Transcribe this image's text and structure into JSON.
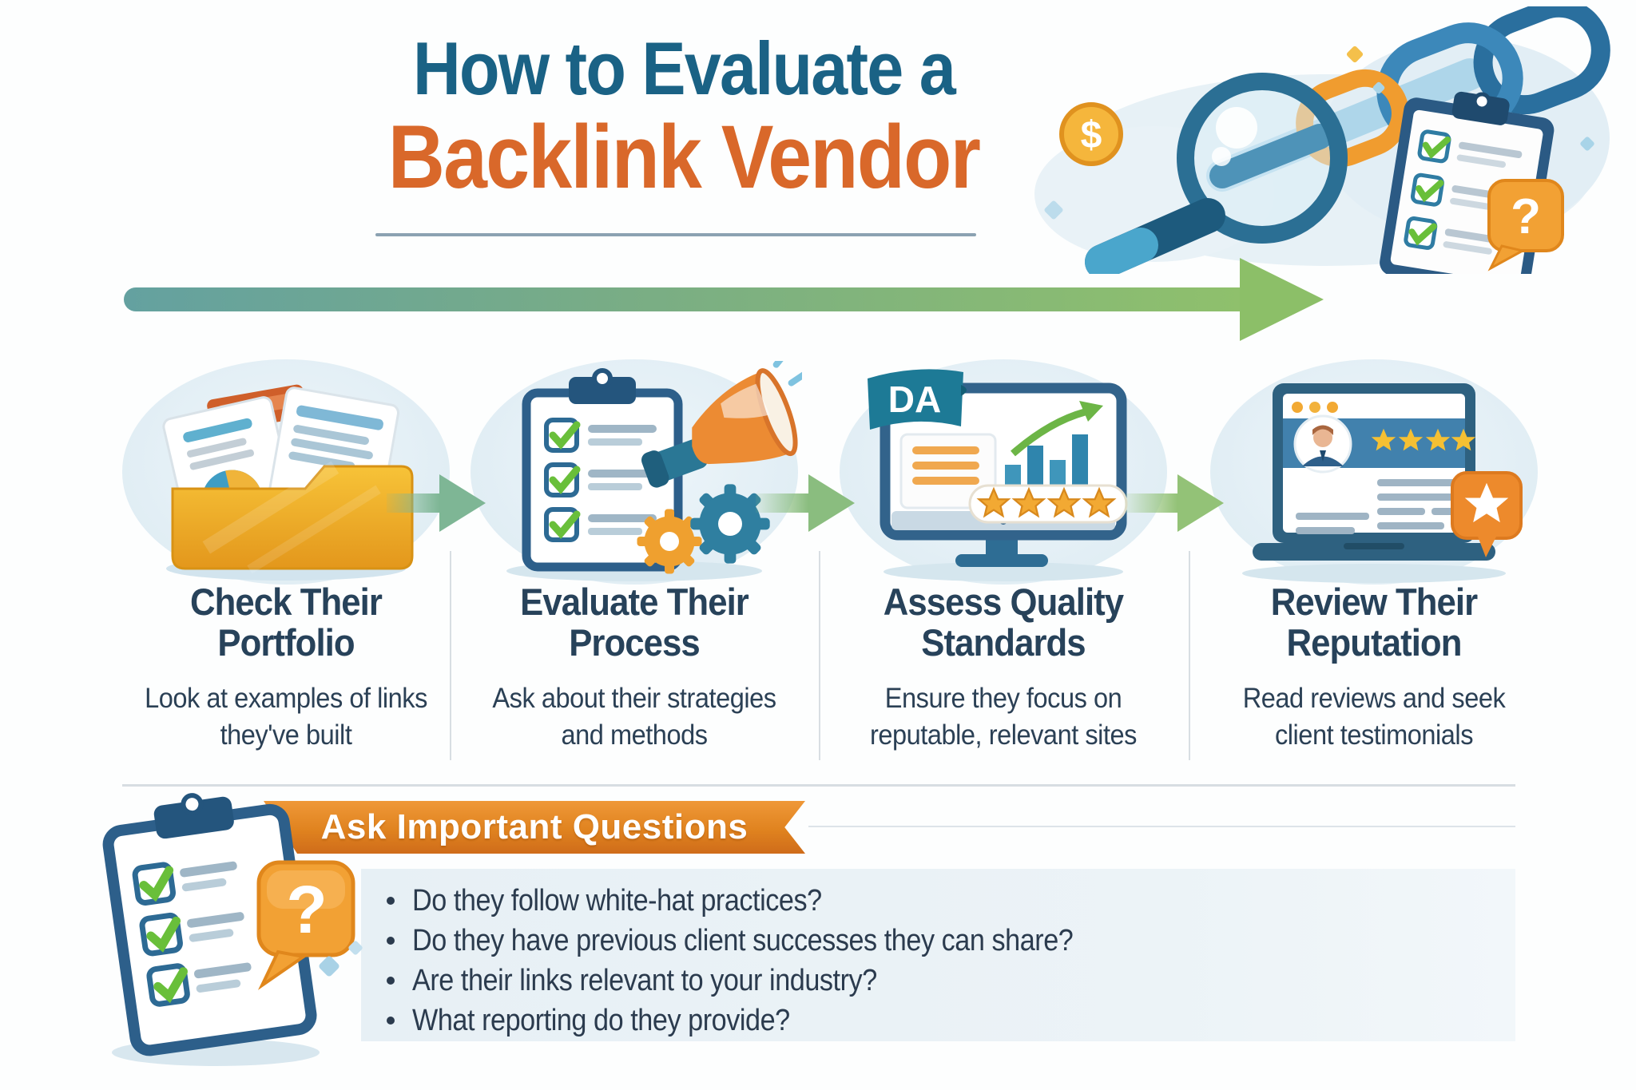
{
  "header": {
    "title_line1": "How to Evaluate a",
    "title_line2": "Backlink Vendor"
  },
  "hero": {
    "icon": "magnifier-chain-clipboard-illustration",
    "coin_symbol": "$",
    "question_mark": "?"
  },
  "flow": {
    "icon": "right-arrow"
  },
  "steps": [
    {
      "title": "Check Their Portfolio",
      "description": "Look at examples of links they've built",
      "icon": "portfolio-folder-icon"
    },
    {
      "title": "Evaluate Their Process",
      "description": "Ask about their strategies and methods",
      "icon": "checklist-megaphone-gears-icon"
    },
    {
      "title": "Assess Quality Standards",
      "description": "Ensure they focus on reputable, relevant sites",
      "icon": "monitor-da-rating-icon",
      "badge": "DA"
    },
    {
      "title": "Review Their Reputation",
      "description": "Read reviews and seek client testimonials",
      "icon": "laptop-review-star-icon"
    }
  ],
  "questions_section": {
    "banner": "Ask Important Questions",
    "icon": "question-clipboard-icon",
    "question_mark": "?",
    "items": [
      "Do they follow white-hat practices?",
      "Do they have previous client successes they can share?",
      "Are their links relevant to your industry?",
      "What reporting do they provide?"
    ]
  },
  "colors": {
    "title_blue": "#1a6285",
    "title_orange": "#d9682a",
    "step_text": "#27425a",
    "arrow_teal": "#64a1a0",
    "arrow_green": "#8cbf68",
    "banner_orange": "#e0831f",
    "panel_blue": "#e9f1f6",
    "check_green": "#69bf3a",
    "star_gold": "#f2a933"
  }
}
